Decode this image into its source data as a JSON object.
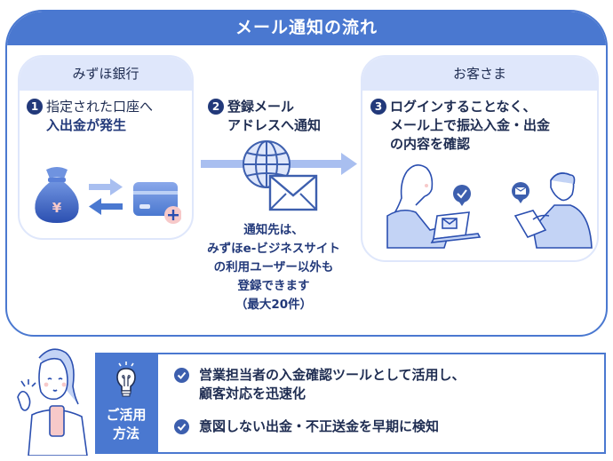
{
  "header": {
    "title": "メール通知の流れ"
  },
  "bank_card": {
    "title": "みずほ銀行",
    "step_number": "1",
    "line1": "指定された口座へ",
    "line2": "入出金が発生",
    "icons": [
      "money-bag-yen-icon",
      "exchange-arrows-icon",
      "credit-card-plus-icon"
    ]
  },
  "notify_step": {
    "step_number": "2",
    "line1": "登録メール",
    "line2": "アドレスへ通知",
    "icons": [
      "arrow-right-icon",
      "globe-icon",
      "envelope-icon"
    ]
  },
  "note": {
    "lines": [
      "通知先は、",
      "みずほe-ビジネスサイト",
      "の利用ユーザー以外も",
      "登録できます",
      "（最大20件）"
    ]
  },
  "customer_card": {
    "title": "お客さま",
    "step_number": "3",
    "line1": "ログインすることなく、",
    "line2": "メール上で振込入金・出金",
    "line3": "の内容を確認",
    "icons": [
      "woman-laptop-illustration",
      "check-bubble-icon",
      "mail-bubble-icon",
      "man-tablet-illustration"
    ]
  },
  "usage": {
    "title_line1": "ご活用",
    "title_line2": "方法",
    "icon": "lightbulb-icon",
    "items": [
      {
        "line1": "営業担当者の入金確認ツールとして活用し、",
        "line2": "顧客対応を迅速化"
      },
      {
        "line1": "意図しない出金・不正送金を早期に検知"
      }
    ]
  },
  "colors": {
    "primary": "#4a78d0",
    "navy": "#22397a",
    "light_blue": "#dfe7fb",
    "accent_pink": "#f7c9c9"
  }
}
